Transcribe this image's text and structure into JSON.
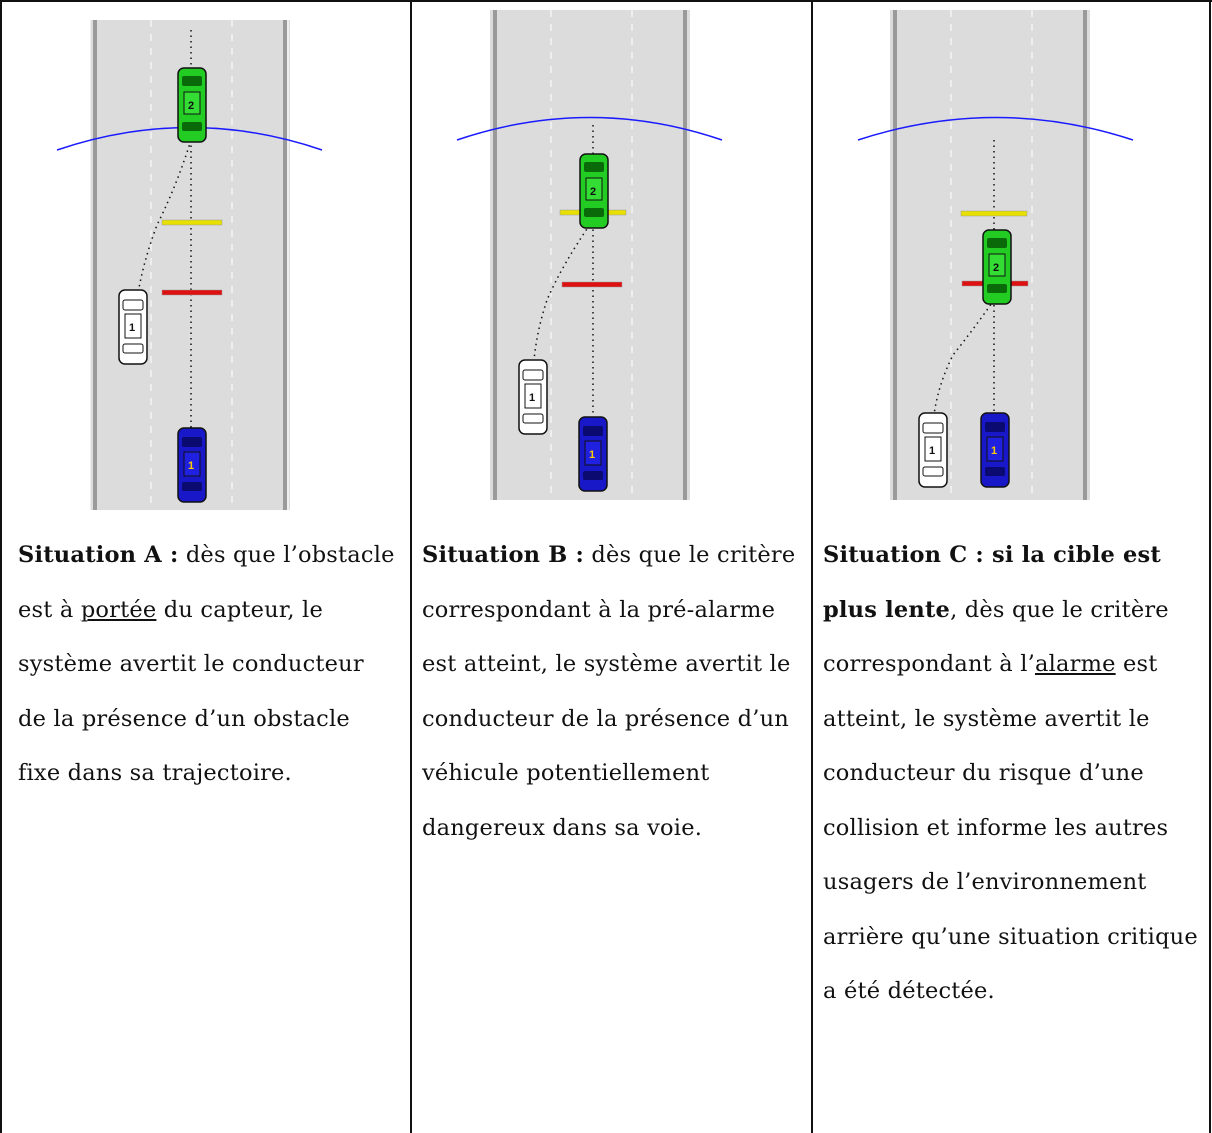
{
  "columns": [
    {
      "id": "A",
      "label": "Situation A :",
      "label_bold_extra": "",
      "text_before": " dès que l’obstacle est à ",
      "underlined": "portée",
      "text_after": " du capteur, le système avertit le conducteur de la présence d’un obstacle fixe dans sa trajectoire."
    },
    {
      "id": "B",
      "label": "Situation B :",
      "label_bold_extra": "",
      "text_before": " dès que le critère correspondant à la pré-alarme est atteint, le système avertit le conducteur de la présence d’un véhicule potentiellement dangereux dans sa voie.",
      "underlined": "",
      "text_after": ""
    },
    {
      "id": "C",
      "label": "Situation C : ",
      "label_bold_extra": "si la cible est plus lente",
      "text_before": ", dès que le critère correspondant à l’",
      "underlined": "alarme",
      "text_after": " est atteint, le système avertit le conducteur du risque d’une collision et informe les autres usagers de l’environnement arrière qu’une situation critique a été détectée."
    }
  ],
  "car_labels": {
    "obstacle": "1",
    "target": "2",
    "ego": "1"
  },
  "colors": {
    "road": "#dcdcdc",
    "target_car": "#22cc22",
    "ego_car": "#1818c8",
    "obstacle_car": "#ffffff",
    "sensor_arc": "#1a1aff",
    "prealarm_line": "#e8e000",
    "alarm_line": "#dd1111"
  }
}
